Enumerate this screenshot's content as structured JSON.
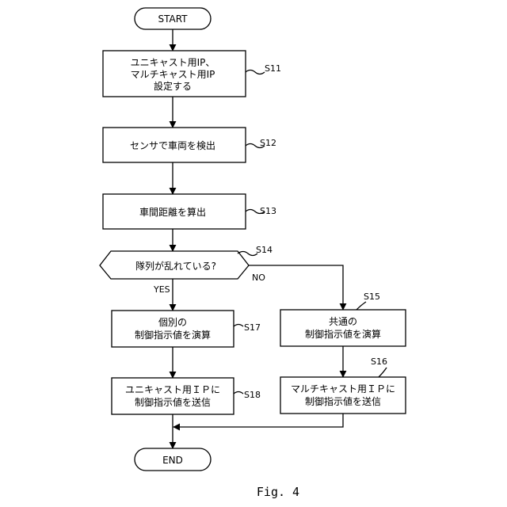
{
  "flowchart": {
    "start": "START",
    "end": "END",
    "s11": {
      "lines": [
        "ユニキャスト用IP、",
        "マルチキャスト用IP",
        "設定する"
      ],
      "id": "S11"
    },
    "s12": {
      "text": "センサで車両を検出",
      "id": "S12"
    },
    "s13": {
      "text": "車間距離を算出",
      "id": "S13"
    },
    "s14": {
      "text": "隊列が乱れている?",
      "id": "S14",
      "yes": "YES",
      "no": "NO"
    },
    "s15": {
      "lines": [
        "共通の",
        "制御指示値を演算"
      ],
      "id": "S15"
    },
    "s16": {
      "lines": [
        "マルチキャスト用ＩＰに",
        "制御指示値を送信"
      ],
      "id": "S16"
    },
    "s17": {
      "lines": [
        "個別の",
        "制御指示値を演算"
      ],
      "id": "S17"
    },
    "s18": {
      "lines": [
        "ユニキャスト用ＩＰに",
        "制御指示値を送信"
      ],
      "id": "S18"
    }
  },
  "caption": "Fig. 4"
}
